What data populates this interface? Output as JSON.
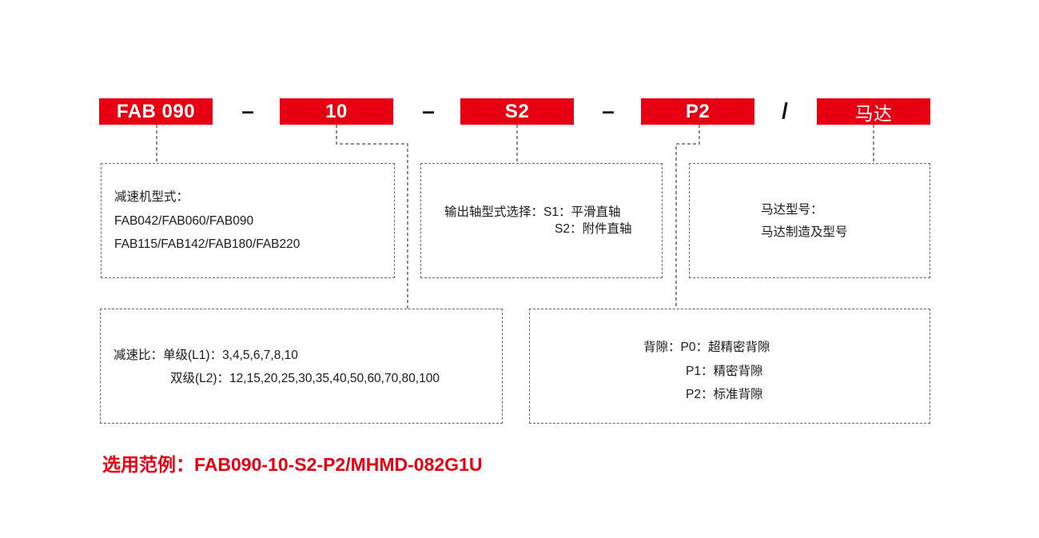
{
  "code_segments": {
    "series": "FAB 090",
    "ratio": "10",
    "shaft": "S2",
    "backlash": "P2",
    "motor": "马达"
  },
  "separators": {
    "dash": "–",
    "slash": "/"
  },
  "boxes": {
    "series": {
      "title": "减速机型式：",
      "line1": "FAB042/FAB060/FAB090",
      "line2": "FAB115/FAB142/FAB180/FAB220"
    },
    "shaft": {
      "line1": "输出轴型式选择：S1：平滑直轴",
      "line2": "S2：附件直轴"
    },
    "motor": {
      "line1": "马达型号：",
      "line2": "马达制造及型号"
    },
    "ratio": {
      "line1": "减速比：单级(L1)：3,4,5,6,7,8,10",
      "line2": "双级(L2)：12,15,20,25,30,35,40,50,60,70,80,100"
    },
    "backlash": {
      "line1": "背隙：P0：超精密背隙",
      "line2": "P1：精密背隙",
      "line3": "P2：标准背隙"
    }
  },
  "example": "选用范例：FAB090-10-S2-P2/MHMD-082G1U",
  "colors": {
    "accent": "#e60012",
    "dashed_line": "#666666",
    "text": "#1a1a1a"
  }
}
